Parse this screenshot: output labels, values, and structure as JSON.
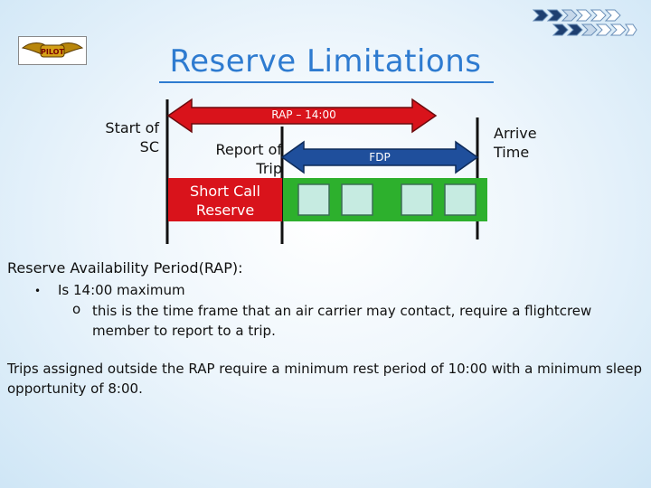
{
  "title": "Reserve Limitations",
  "logo": {
    "text": "PILOT"
  },
  "diagram": {
    "start_label": "Start of SC",
    "report_label": "Report of Trip",
    "arrive_label": "Arrive Time",
    "short_call_label": "Short Call Reserve",
    "rap_arrow_label": "RAP – 14:00",
    "fdp_arrow_label": "FDP",
    "colors": {
      "red": "#d9131b",
      "blue": "#1f4f9c",
      "green": "#2db02d",
      "block": "#c6ebe1",
      "title": "#2e7bd0"
    }
  },
  "content": {
    "rap_heading": "Reserve Availability Period(RAP):",
    "bullet1": "Is 14:00 maximum",
    "subbullet1": "this is the time frame that an air carrier may contact, require a flightcrew member to report to a trip.",
    "trips_note": "Trips assigned outside the RAP require a minimum rest period of 10:00 with a minimum sleep opportunity of 8:00."
  }
}
